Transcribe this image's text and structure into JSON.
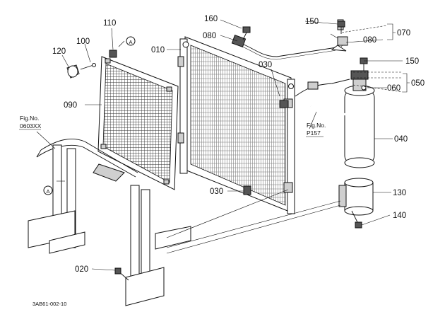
{
  "diagram_code": "3AB61-002-10",
  "ref_marker": "A",
  "figure_refs": [
    {
      "line1": "Fig.No.",
      "line2": "0603XX"
    },
    {
      "line1": "Fig.No.",
      "line2": "P157"
    }
  ],
  "part_labels": {
    "p010": "010",
    "p020": "020",
    "p030a": "030",
    "p030b": "030",
    "p040": "040",
    "p050": "050",
    "p060": "060",
    "p070": "070",
    "p080a": "080",
    "p080b": "080",
    "p090": "090",
    "p100": "100",
    "p110": "110",
    "p120": "120",
    "p130": "130",
    "p140": "140",
    "p150a": "150",
    "p150b": "150",
    "p160": "160"
  }
}
